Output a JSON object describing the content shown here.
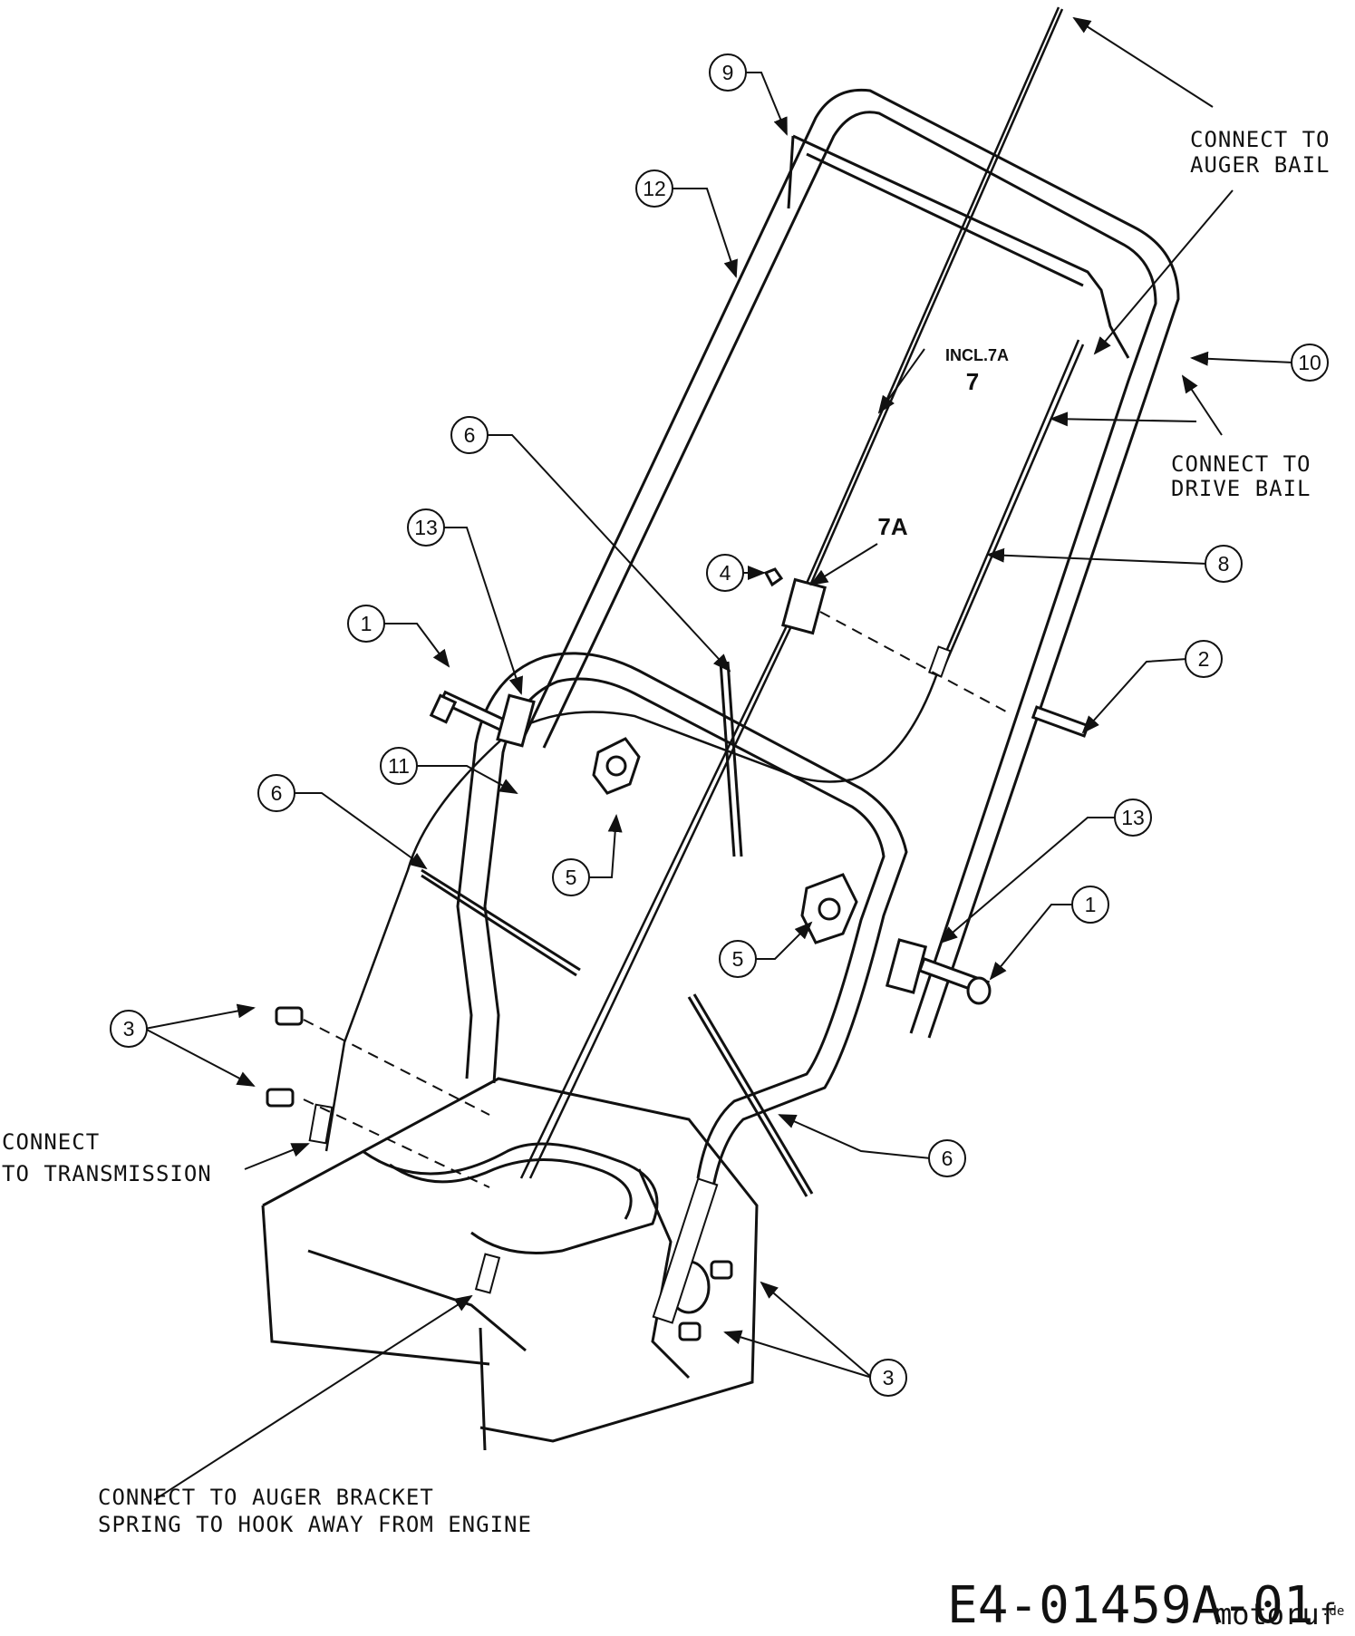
{
  "callouts": {
    "c9": "9",
    "c12": "12",
    "c10": "10",
    "c6a": "6",
    "c13a": "13",
    "c4": "4",
    "c8": "8",
    "c1a": "1",
    "c2": "2",
    "c11": "11",
    "c6b": "6",
    "c5a": "5",
    "c13b": "13",
    "c1b": "1",
    "c5b": "5",
    "c3a": "3",
    "c6c": "6",
    "c3b": "3"
  },
  "labels": {
    "incl": "INCL.7A",
    "seven": "7",
    "sevenA": "7A"
  },
  "notes": {
    "auger_bail_1": "CONNECT TO",
    "auger_bail_2": "AUGER BAIL",
    "drive_bail_1": "CONNECT TO",
    "drive_bail_2": "DRIVE BAIL",
    "transmission_1": "CONNECT",
    "transmission_2": "TO TRANSMISSION",
    "auger_bracket_1": "CONNECT TO AUGER BRACKET",
    "auger_bracket_2": "SPRING TO HOOK AWAY FROM ENGINE"
  },
  "part_number": "E4-01459A-01",
  "watermark": {
    "main": "motoruf",
    "suffix": ".de"
  }
}
